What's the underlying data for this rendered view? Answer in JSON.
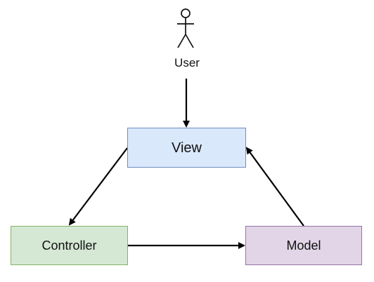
{
  "diagram": {
    "actor": {
      "label": "User"
    },
    "nodes": {
      "view": "View",
      "controller": "Controller",
      "model": "Model"
    },
    "colors": {
      "view_fill": "#dae8fc",
      "view_stroke": "#6c8ebf",
      "controller_fill": "#d5e8d4",
      "controller_stroke": "#82b366",
      "model_fill": "#e1d5e7",
      "model_stroke": "#9673a6",
      "edge": "#000000"
    },
    "edges": [
      {
        "from": "User",
        "to": "View"
      },
      {
        "from": "View",
        "to": "Controller"
      },
      {
        "from": "Controller",
        "to": "Model"
      },
      {
        "from": "Model",
        "to": "View"
      }
    ]
  }
}
